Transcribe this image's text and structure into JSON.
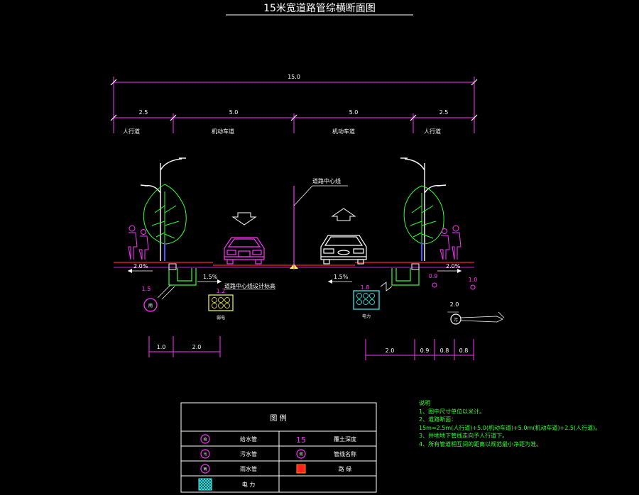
{
  "title": "15米宽道路管综横断面图",
  "dimensions": {
    "total": "15.0",
    "segments": [
      "2.5",
      "5.0",
      "5.0",
      "2.5"
    ],
    "lanes": [
      "人行道",
      "机动车道",
      "机动车道",
      "人行道"
    ],
    "bottom_left": [
      "1.0",
      "2.0"
    ],
    "bottom_right": [
      "2.0",
      "0.9",
      "0.8",
      "0.8"
    ]
  },
  "labels": {
    "centerline": "道路中心线",
    "design_elevation": "道路中心线设计标高",
    "slope_left_walk": "2.0%",
    "slope_left_road": "1.5%",
    "slope_right_road": "1.5%",
    "slope_right_walk": "2.0%"
  },
  "pipes": {
    "rain": {
      "size": "1.5",
      "symbol": "雨"
    },
    "comm": {
      "size": "1.2",
      "label": "弱电"
    },
    "power": {
      "size": "1.8",
      "label": "电力"
    },
    "gas": {
      "size": "0.9"
    },
    "water": {
      "size": "1.0"
    },
    "sewer": {
      "size": "2.0",
      "symbol": "污"
    }
  },
  "legend": {
    "title": "图  例",
    "rows": [
      {
        "symbol": "给",
        "label": "给水管",
        "right_symbol": "15",
        "right_label": "覆土深度"
      },
      {
        "symbol": "污",
        "label": "污水管",
        "right_symbol": "燃",
        "right_label": "管线名称"
      },
      {
        "symbol": "雨",
        "label": "雨水管",
        "right_symbol": "",
        "right_label": "路  缘"
      },
      {
        "symbol": "",
        "label": "电  力",
        "right_symbol": "",
        "right_label": ""
      }
    ]
  },
  "notes": {
    "heading": "说明",
    "lines": [
      "1、图中尺寸单位以米计。",
      "2、道路断面：",
      "15m=2.5m(人行道)+5.0(机动车道)+5.0m(机动车道)+2.5(人行道)。",
      "3、井地地下管线走向予人行道下。",
      "4、所有管道相互间的距离以规范最小净距为准。"
    ]
  },
  "colors": {
    "magenta": "#ff33ff",
    "yellow": "#ffff44",
    "cyan": "#33ffff",
    "green": "#33ff33",
    "white": "#ffffff",
    "red": "#ff2222",
    "blue": "#5555ff"
  }
}
